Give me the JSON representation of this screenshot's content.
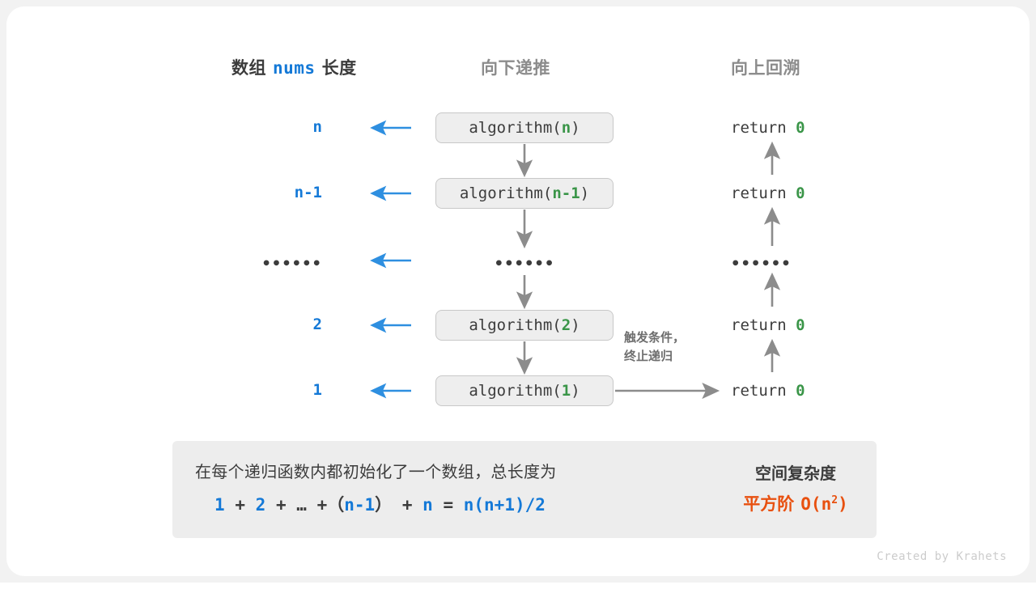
{
  "headers": {
    "left_prefix": "数组",
    "left_mono": "nums",
    "left_suffix": "长度",
    "middle": "向下递推",
    "right": "向上回溯"
  },
  "colors": {
    "blue": "#1479d7",
    "green": "#3a9548",
    "orange": "#e8500f",
    "gray_arrow": "#8c8c8c",
    "blue_arrow": "#2e8fe0",
    "box_fill": "#eeeeee",
    "box_border": "#c8c8c8",
    "panel_fill": "#ededed",
    "text_dark": "#3c3c3c",
    "text_gray": "#8c8c8c"
  },
  "rows": [
    {
      "length": "n",
      "call_name": "algorithm",
      "call_arg": "n",
      "call_text": "algorithm(n)",
      "return_text": "return",
      "return_value": "0"
    },
    {
      "length": "n-1",
      "call_name": "algorithm",
      "call_arg": "n-1",
      "call_text": "algorithm(n-1)",
      "return_text": "return",
      "return_value": "0"
    },
    {
      "length": "••••••",
      "call_name": "",
      "call_arg": "",
      "call_text": "••••••",
      "return_text": "••••••",
      "return_value": ""
    },
    {
      "length": "2",
      "call_name": "algorithm",
      "call_arg": "2",
      "call_text": "algorithm(2)",
      "return_text": "return",
      "return_value": "0"
    },
    {
      "length": "1",
      "call_name": "algorithm",
      "call_arg": "1",
      "call_text": "algorithm(1)",
      "return_text": "return",
      "return_value": "0"
    }
  ],
  "trigger_note": {
    "line1": "触发条件，",
    "line2": "终止递归"
  },
  "summary": {
    "description": "在每个递归函数内都初始化了一个数组，总长度为",
    "formula": {
      "t1": "1",
      "op1": "+",
      "t2": "2",
      "op2": "+",
      "t3": "…",
      "op3": "+",
      "paren_open": "（",
      "t4": "n-1",
      "paren_close": "）",
      "op4": "+",
      "t5": "n",
      "eq": "=",
      "result": "n(n+1)/2"
    },
    "complexity_title": "空间复杂度",
    "complexity_label": "平方阶",
    "complexity_big_o": "O(n",
    "complexity_exponent": "2",
    "complexity_close": ")"
  },
  "credit": "Created by Krahets"
}
